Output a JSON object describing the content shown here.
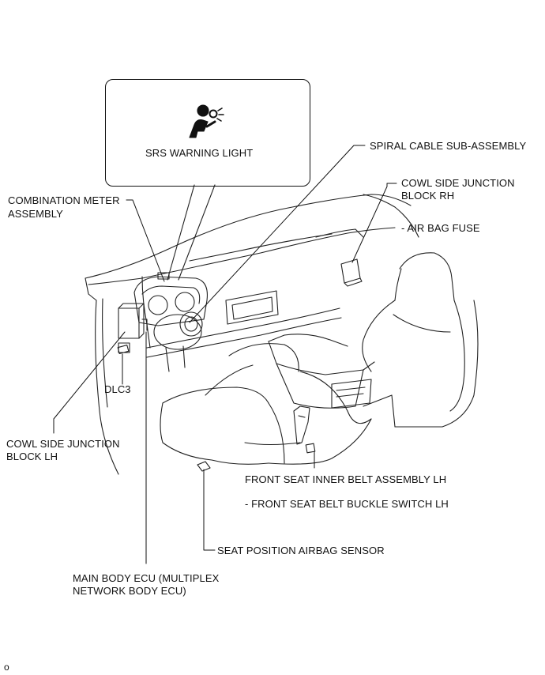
{
  "callout": {
    "icon": "airbag-warning-icon",
    "title": "SRS WARNING LIGHT"
  },
  "labels": {
    "spiral_cable": "SPIRAL CABLE SUB-ASSEMBLY",
    "cowl_rh_line1": "COWL SIDE JUNCTION",
    "cowl_rh_line2": "BLOCK RH",
    "cowl_rh_note": "- AIR BAG FUSE",
    "combination_meter_line1": "COMBINATION METER",
    "combination_meter_line2": "ASSEMBLY",
    "dlc3": "DLC3",
    "cowl_lh_line1": "COWL SIDE JUNCTION",
    "cowl_lh_line2": "BLOCK LH",
    "front_seat_belt_line1": "FRONT SEAT INNER BELT ASSEMBLY LH",
    "front_seat_belt_note": "- FRONT SEAT BELT BUCKLE SWITCH LH",
    "seat_position_sensor": "SEAT POSITION AIRBAG SENSOR",
    "main_body_ecu_line1": "MAIN BODY ECU (MULTIPLEX",
    "main_body_ecu_line2": "NETWORK BODY ECU)"
  },
  "footer": {
    "figure_code": "o"
  }
}
